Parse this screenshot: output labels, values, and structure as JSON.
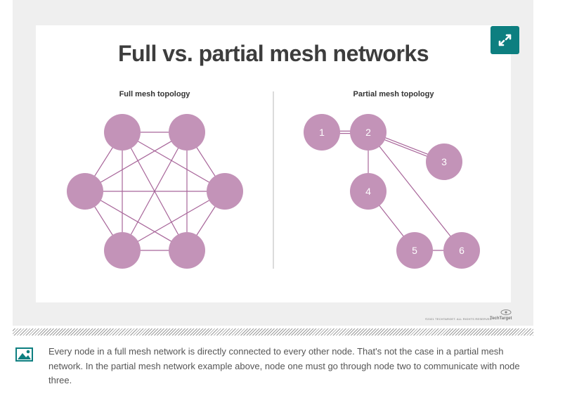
{
  "figure": {
    "title": "Full vs. partial mesh networks",
    "full_mesh_label": "Full mesh topology",
    "partial_mesh_label": "Partial mesh topology",
    "partial_node_labels": [
      "1",
      "2",
      "3",
      "4",
      "5",
      "6"
    ],
    "partial_edges": [
      [
        "1",
        "2"
      ],
      [
        "2",
        "3"
      ],
      [
        "2",
        "4"
      ],
      [
        "2",
        "6"
      ],
      [
        "4",
        "5"
      ],
      [
        "5",
        "6"
      ]
    ],
    "full_mesh_node_count": 6,
    "node_color": "#c393b8",
    "edge_color": "#a8669a",
    "copyright": "©2021 TECHTARGET. ALL RIGHTS RESERVED",
    "brand": "TechTarget"
  },
  "expand_button": {
    "icon": "expand-icon",
    "color": "#0d7f80"
  },
  "caption": {
    "icon": "image-icon",
    "icon_color": "#0d7f80",
    "text": "Every node in a full mesh network is directly connected to every other node. That's not the case in a partial mesh network. In the partial mesh network example above, node one must go through node two to communicate with node three."
  }
}
